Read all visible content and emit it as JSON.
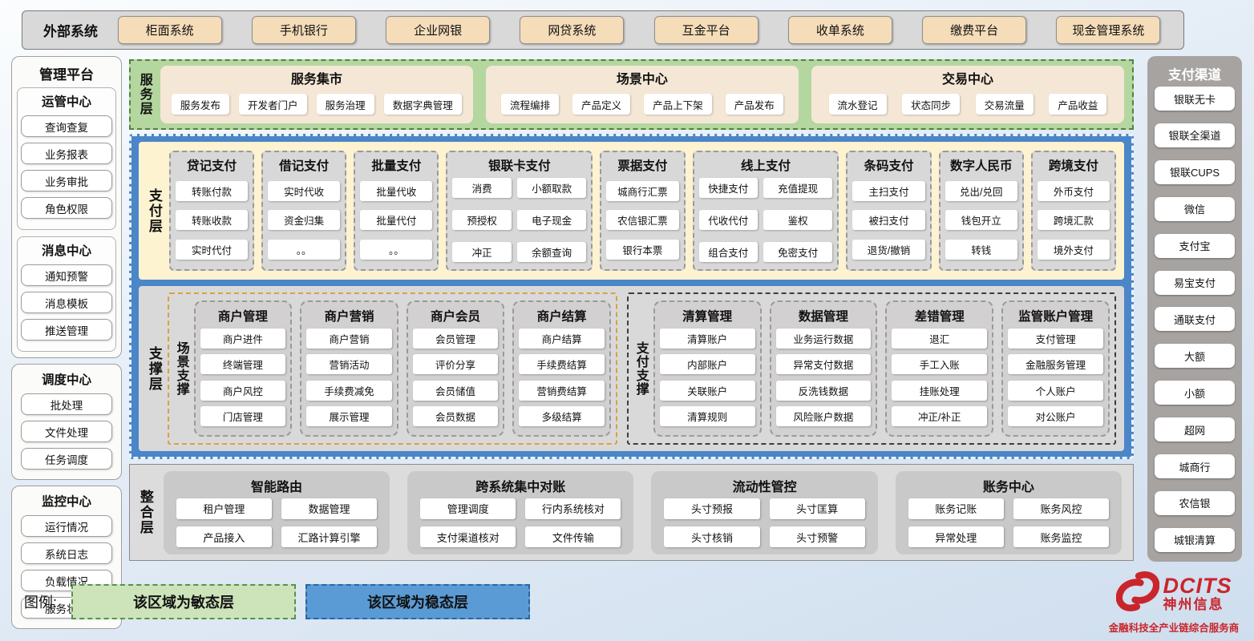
{
  "external_systems": {
    "label": "外部系统",
    "items": [
      "柜面系统",
      "手机银行",
      "企业网银",
      "网贷系统",
      "互金平台",
      "收单系统",
      "缴费平台",
      "现金管理系统"
    ]
  },
  "left_panel": {
    "title": "管理平台",
    "groups": [
      {
        "title": "运管中心",
        "items": [
          "查询查复",
          "业务报表",
          "业务审批",
          "角色权限"
        ]
      },
      {
        "title": "消息中心",
        "items": [
          "通知预警",
          "消息模板",
          "推送管理"
        ]
      }
    ],
    "standalone": [
      {
        "title": "调度中心",
        "items": [
          "批处理",
          "文件处理",
          "任务调度"
        ]
      },
      {
        "title": "监控中心",
        "items": [
          "运行情况",
          "系统日志",
          "负载情况",
          "服务状态"
        ]
      }
    ]
  },
  "service_layer": {
    "label": "服务层",
    "groups": [
      {
        "title": "服务集市",
        "items": [
          "服务发布",
          "开发者门户",
          "服务治理",
          "数据字典管理"
        ]
      },
      {
        "title": "场景中心",
        "items": [
          "流程编排",
          "产品定义",
          "产品上下架",
          "产品发布"
        ]
      },
      {
        "title": "交易中心",
        "items": [
          "流水登记",
          "状态同步",
          "交易流量",
          "产品收益"
        ]
      }
    ]
  },
  "stable_area": {
    "payment_layer": {
      "label": "支付层",
      "columns": [
        {
          "title": "贷记支付",
          "type": "single",
          "items": [
            "转账付款",
            "转账收款",
            "实时代付"
          ]
        },
        {
          "title": "借记支付",
          "type": "single",
          "items": [
            "实时代收",
            "资金归集",
            "。。"
          ]
        },
        {
          "title": "批量支付",
          "type": "single",
          "items": [
            "批量代收",
            "批量代付",
            "。。"
          ]
        },
        {
          "title": "银联卡支付",
          "type": "double",
          "items": [
            "消费",
            "小额取款",
            "预授权",
            "电子现金",
            "冲正",
            "余额查询"
          ]
        },
        {
          "title": "票据支付",
          "type": "single",
          "items": [
            "城商行汇票",
            "农信银汇票",
            "银行本票"
          ]
        },
        {
          "title": "线上支付",
          "type": "double",
          "items": [
            "快捷支付",
            "充值提现",
            "代收代付",
            "鉴权",
            "组合支付",
            "免密支付"
          ]
        },
        {
          "title": "条码支付",
          "type": "single",
          "items": [
            "主扫支付",
            "被扫支付",
            "退货/撤销"
          ]
        },
        {
          "title": "数字人民币",
          "type": "single",
          "items": [
            "兑出/兑回",
            "钱包开立",
            "转钱"
          ]
        },
        {
          "title": "跨境支付",
          "type": "single",
          "items": [
            "外币支付",
            "跨境汇款",
            "境外支付"
          ]
        }
      ]
    },
    "support_layer": {
      "label": "支撑层",
      "sections": [
        {
          "label": "场景支撑",
          "type": "scene",
          "columns": [
            {
              "title": "商户管理",
              "items": [
                "商户进件",
                "终端管理",
                "商户风控",
                "门店管理"
              ]
            },
            {
              "title": "商户营销",
              "items": [
                "商户营销",
                "营销活动",
                "手续费减免",
                "展示管理"
              ]
            },
            {
              "title": "商户会员",
              "items": [
                "会员管理",
                "评价分享",
                "会员储值",
                "会员数据"
              ]
            },
            {
              "title": "商户结算",
              "items": [
                "商户结算",
                "手续费结算",
                "营销费结算",
                "多级结算"
              ]
            }
          ]
        },
        {
          "label": "支付支撑",
          "type": "pay",
          "columns": [
            {
              "title": "清算管理",
              "items": [
                "清算账户",
                "内部账户",
                "关联账户",
                "清算规则"
              ]
            },
            {
              "title": "数据管理",
              "items": [
                "业务运行数据",
                "异常支付数据",
                "反洗钱数据",
                "风险账户数据"
              ]
            },
            {
              "title": "差错管理",
              "items": [
                "退汇",
                "手工入账",
                "挂账处理",
                "冲正/补正"
              ]
            },
            {
              "title": "监管账户管理",
              "items": [
                "支付管理",
                "金融服务管理",
                "个人账户",
                "对公账户"
              ]
            }
          ]
        }
      ]
    }
  },
  "integration_layer": {
    "label": "整合层",
    "groups": [
      {
        "title": "智能路由",
        "items": [
          "租户管理",
          "数据管理",
          "产品接入",
          "汇路计算引擎"
        ]
      },
      {
        "title": "跨系统集中对账",
        "items": [
          "管理调度",
          "行内系统核对",
          "支付渠道核对",
          "文件传输"
        ]
      },
      {
        "title": "流动性管控",
        "items": [
          "头寸预报",
          "头寸匡算",
          "头寸核销",
          "头寸预警"
        ]
      },
      {
        "title": "账务中心",
        "items": [
          "账务记账",
          "账务风控",
          "异常处理",
          "账务监控"
        ]
      }
    ]
  },
  "payment_channels": {
    "title": "支付渠道",
    "items": [
      "银联无卡",
      "银联全渠道",
      "银联CUPS",
      "微信",
      "支付宝",
      "易宝支付",
      "通联支付",
      "大额",
      "小额",
      "超网",
      "城商行",
      "农信银",
      "城银清算"
    ]
  },
  "legend": {
    "label": "图例:",
    "items": [
      {
        "text": "该区域为敏态层",
        "type": "agile"
      },
      {
        "text": "该区域为稳态层",
        "type": "stable"
      }
    ]
  },
  "logo": {
    "brand": "DCITS",
    "company": "神州信息",
    "tagline": "金融科技全产业链综合服务商"
  },
  "colors": {
    "agile_green": "#b4d7a0",
    "agile_green_border": "#53803f",
    "stable_blue": "#4a86c8",
    "legend_blue": "#5b9bd5",
    "payment_yellow": "#fdf3d1",
    "external_tan": "#f5ddb9",
    "panel_gray": "#d9d9d9",
    "channel_panel_gray": "#a6a3a1",
    "scene_border_orange": "#dd9f40",
    "brand_red": "#c9252c"
  }
}
